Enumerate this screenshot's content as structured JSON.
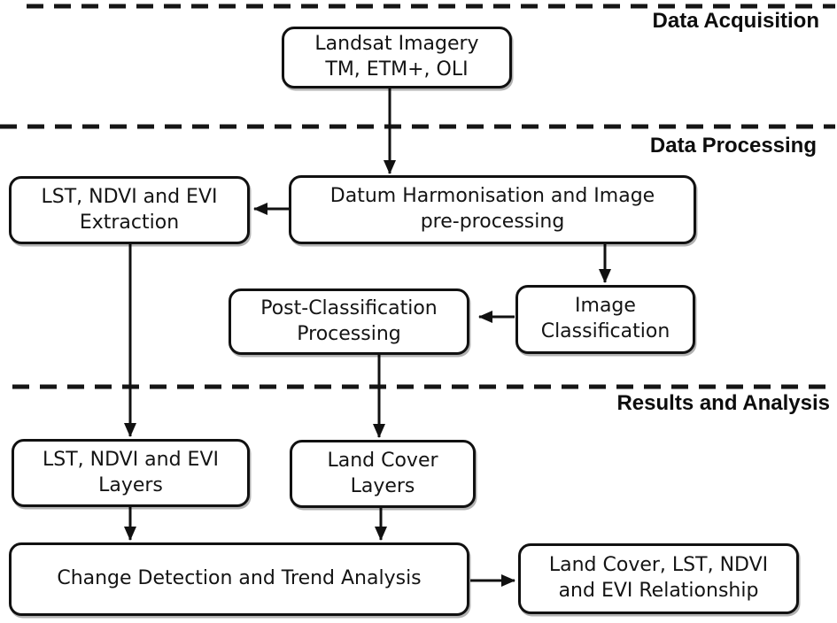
{
  "diagram": {
    "type": "flowchart",
    "ink_color": "#111111",
    "background_color": "#ffffff"
  },
  "sections": [
    {
      "label": "Data Acquisition"
    },
    {
      "label": "Data Processing"
    },
    {
      "label": "Results and Analysis"
    }
  ],
  "nodes": {
    "landsat": {
      "label": "Landsat Imagery\nTM, ETM+, OLI"
    },
    "lst_extraction": {
      "label": "LST, NDVI and EVI\nExtraction"
    },
    "datum": {
      "label": "Datum Harmonisation and Image\npre-processing"
    },
    "post_classification": {
      "label": "Post-Classification\nProcessing"
    },
    "image_classification": {
      "label": "Image\nClassification"
    },
    "lst_layers": {
      "label": "LST, NDVI and EVI\nLayers"
    },
    "land_cover_layers": {
      "label": "Land Cover\nLayers"
    },
    "change_detection": {
      "label": "Change Detection and Trend Analysis"
    },
    "relationship": {
      "label": "Land Cover, LST, NDVI\nand EVI Relationship"
    }
  },
  "edges": [
    {
      "from": "landsat-imagery",
      "to": "datum-harmonisation"
    },
    {
      "from": "datum-harmonisation",
      "to": "lst-ndvi-evi-extraction"
    },
    {
      "from": "datum-harmonisation",
      "to": "image-classification"
    },
    {
      "from": "image-classification",
      "to": "post-classification-processing"
    },
    {
      "from": "lst-ndvi-evi-extraction",
      "to": "lst-ndvi-evi-layers"
    },
    {
      "from": "post-classification-processing",
      "to": "land-cover-layers"
    },
    {
      "from": "lst-ndvi-evi-layers",
      "to": "change-detection-and-trend-analysis"
    },
    {
      "from": "land-cover-layers",
      "to": "change-detection-and-trend-analysis"
    },
    {
      "from": "change-detection-and-trend-analysis",
      "to": "land-cover-lst-ndvi-evi-relationship"
    }
  ]
}
